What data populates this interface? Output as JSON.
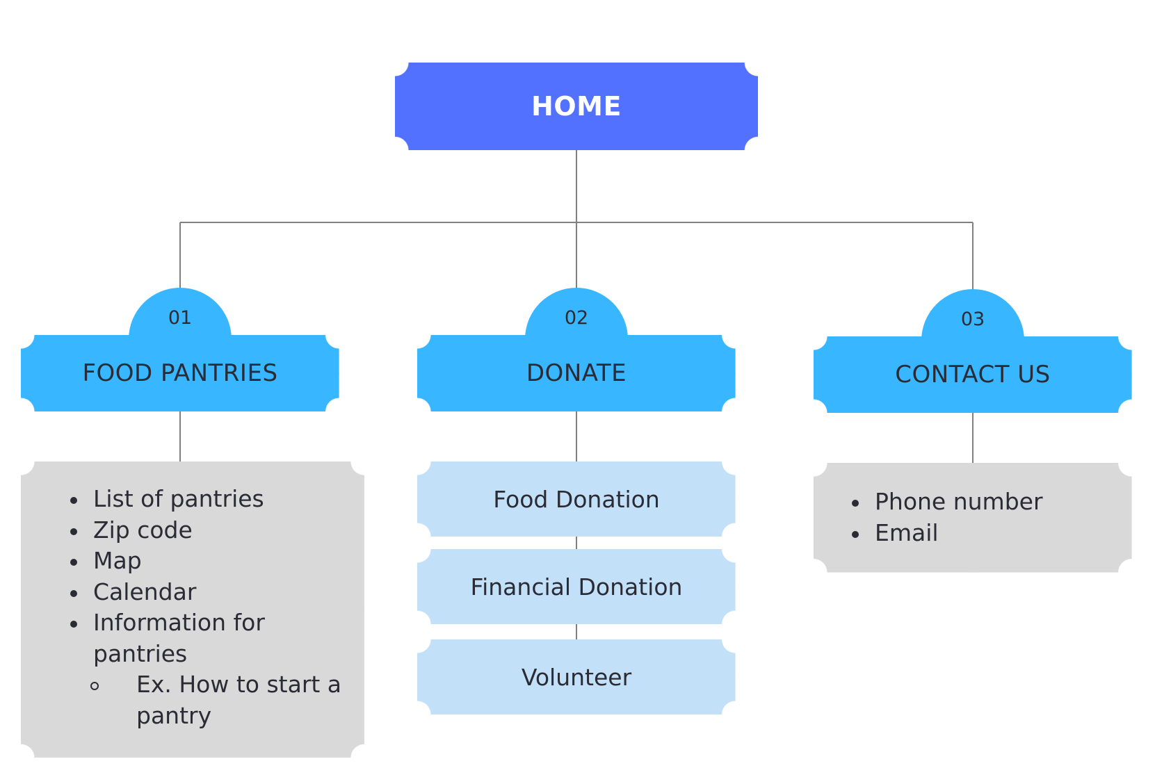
{
  "root": {
    "label": "HOME"
  },
  "categories": [
    {
      "number": "01",
      "label": "FOOD PANTRIES"
    },
    {
      "number": "02",
      "label": "DONATE"
    },
    {
      "number": "03",
      "label": "CONTACT US"
    }
  ],
  "food_pantries": {
    "items": [
      "List of pantries",
      "Zip code",
      "Map",
      "Calendar",
      "Information for pantries"
    ],
    "sub_items": [
      "Ex. How to start a pantry"
    ]
  },
  "donate": {
    "items": [
      "Food Donation",
      "Financial Donation",
      "Volunteer"
    ]
  },
  "contact": {
    "items": [
      "Phone number",
      "Email"
    ]
  },
  "colors": {
    "root": "#5271ff",
    "category": "#38b6ff",
    "donate_item": "#c2e0f7",
    "list_box": "#d9d9d9",
    "connector": "#808080"
  }
}
